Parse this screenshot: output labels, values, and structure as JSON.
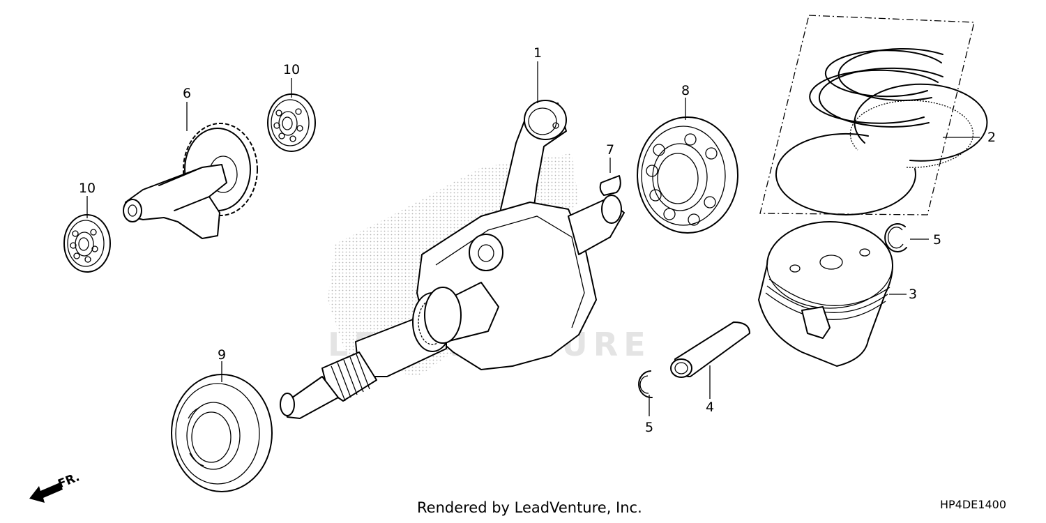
{
  "diagram": {
    "callouts": [
      {
        "id": "c1",
        "number": "1"
      },
      {
        "id": "c2",
        "number": "2"
      },
      {
        "id": "c3",
        "number": "3"
      },
      {
        "id": "c4",
        "number": "4"
      },
      {
        "id": "c5a",
        "number": "5"
      },
      {
        "id": "c5b",
        "number": "5"
      },
      {
        "id": "c6",
        "number": "6"
      },
      {
        "id": "c7",
        "number": "7"
      },
      {
        "id": "c8",
        "number": "8"
      },
      {
        "id": "c9",
        "number": "9"
      },
      {
        "id": "c10a",
        "number": "10"
      },
      {
        "id": "c10b",
        "number": "10"
      }
    ],
    "front_indicator": "FR.",
    "watermark": "LEADVENTURE",
    "credit": "Rendered by LeadVenture, Inc.",
    "diagram_code": "HP4DE1400"
  }
}
